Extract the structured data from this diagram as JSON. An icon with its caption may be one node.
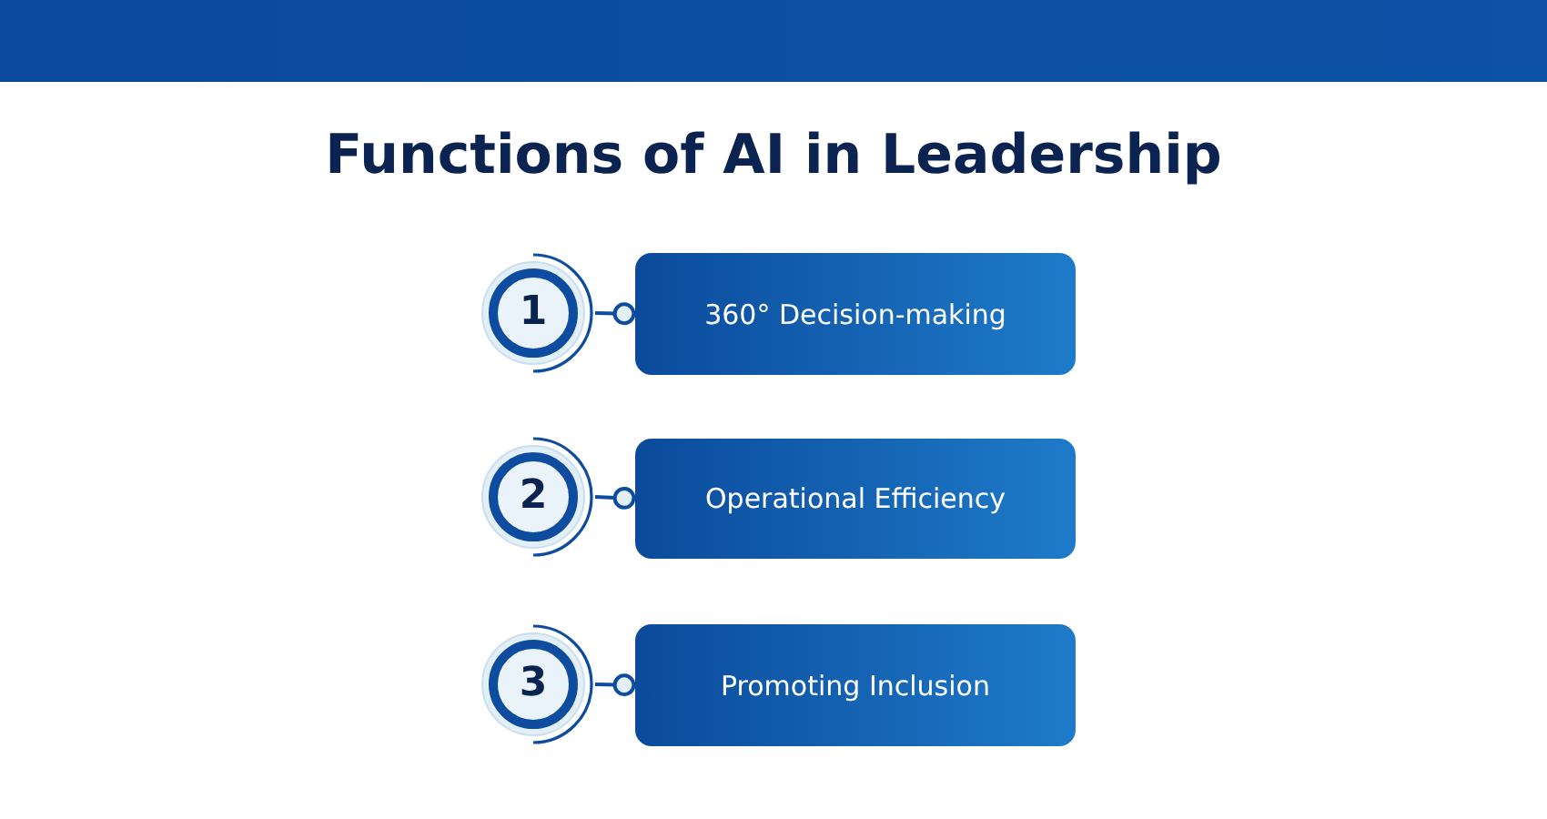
{
  "diagram": {
    "title": "Functions of AI in Leadership",
    "nodes": [
      {
        "text": [
          "1"
        ]
      },
      {
        "text": [
          "360° Decision-making"
        ]
      },
      {
        "text": [
          "2"
        ]
      },
      {
        "text": [
          "Operational Efficiency"
        ]
      },
      {
        "text": [
          "3"
        ]
      },
      {
        "text": [
          "Promoting Inclusion"
        ]
      }
    ],
    "edges": [
      {
        "from": 0,
        "to": 1,
        "arrow": "other"
      },
      {
        "from": 2,
        "to": 3,
        "arrow": "other"
      },
      {
        "from": 4,
        "to": 5,
        "arrow": "other"
      }
    ]
  }
}
